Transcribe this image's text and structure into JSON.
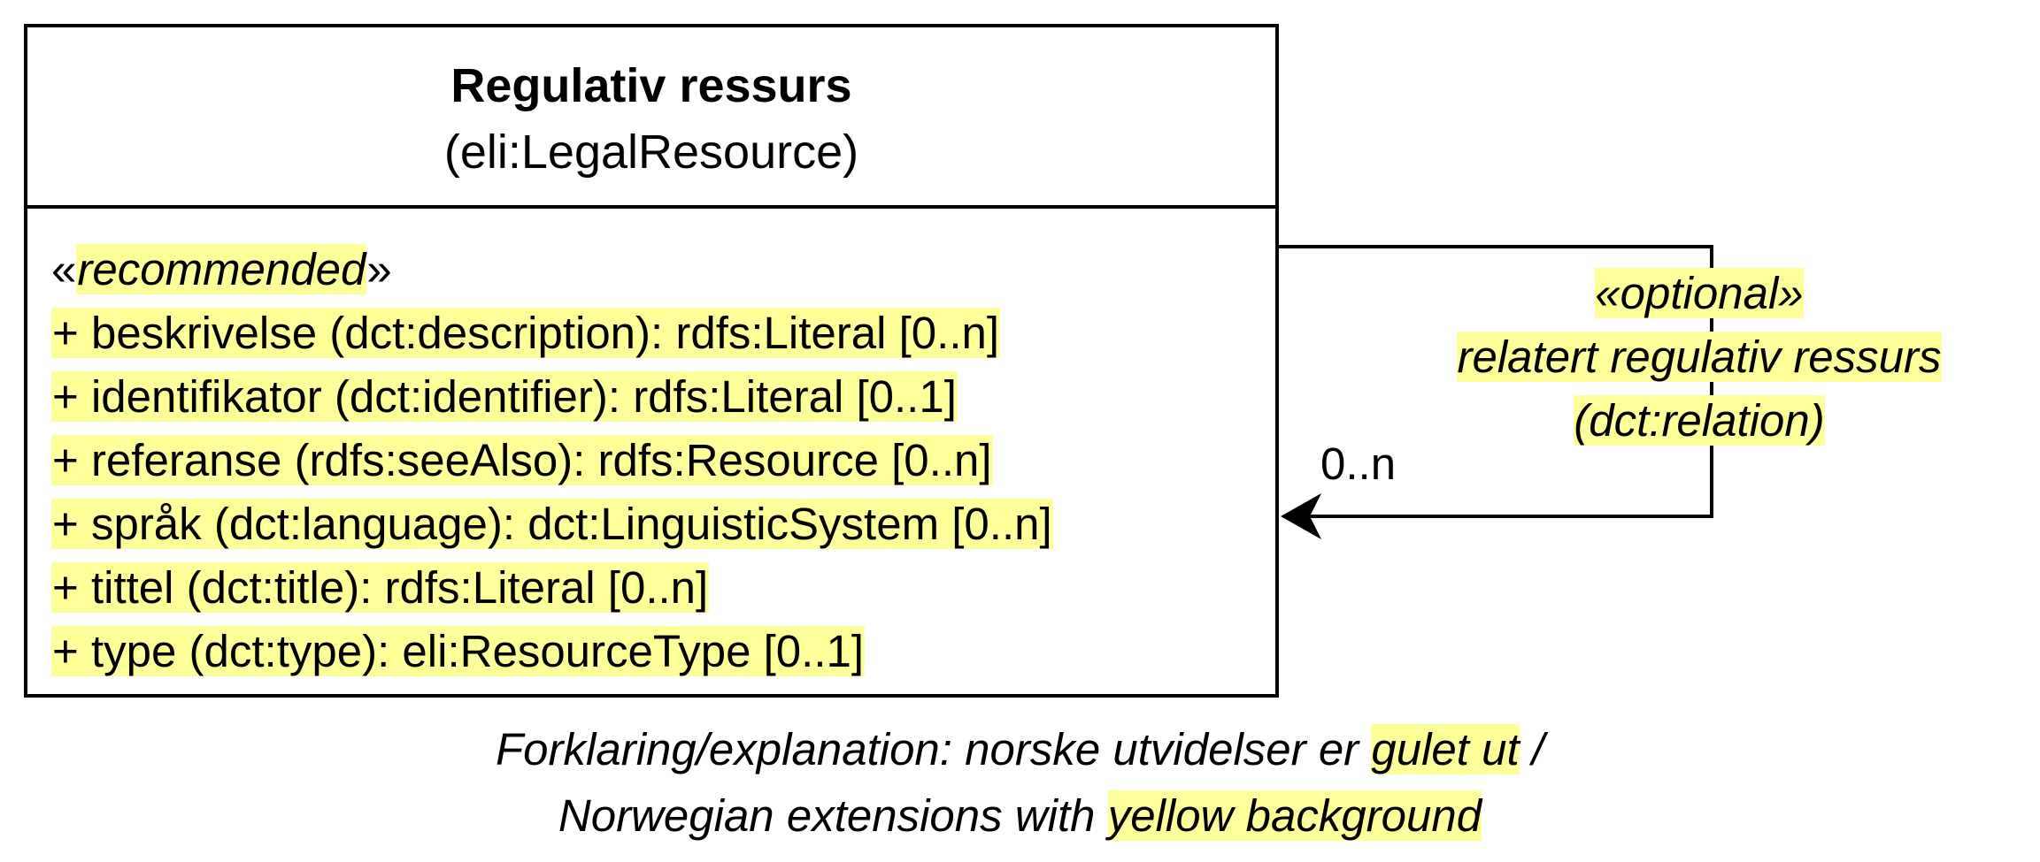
{
  "class": {
    "name": "Regulativ ressurs",
    "uri": "(eli:LegalResource)",
    "stereotype_open": "«",
    "stereotype": "recommended",
    "stereotype_close": "»",
    "attributes": [
      "+ beskrivelse (dct:description): rdfs:Literal [0..n]",
      "+ identifikator (dct:identifier): rdfs:Literal [0..1]",
      "+ referanse (rdfs:seeAlso): rdfs:Resource [0..n]",
      "+ språk (dct:language): dct:LinguisticSystem [0..n]",
      "+ tittel (dct:title): rdfs:Literal [0..n]",
      "+ type (dct:type): eli:ResourceType [0..1]"
    ]
  },
  "relation": {
    "stereotype": "«optional»",
    "name": "relatert regulativ ressurs",
    "uri": "(dct:relation)",
    "multiplicity": "0..n"
  },
  "legend": {
    "line1_prefix": "Forklaring/explanation: norske utvidelser er ",
    "line1_highlight": "gulet ut",
    "line1_suffix": " /",
    "line2_prefix": "Norwegian extensions with ",
    "line2_highlight": "yellow background"
  },
  "colors": {
    "highlight": "#ffff99",
    "line": "#000000",
    "background": "#ffffff"
  }
}
